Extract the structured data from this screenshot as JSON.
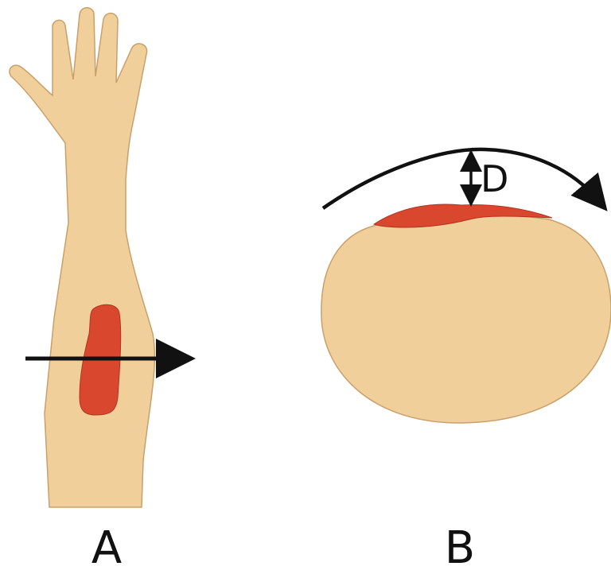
{
  "panels": [
    {
      "id": "A",
      "label": "A"
    },
    {
      "id": "B",
      "label": "B"
    }
  ],
  "annotations": {
    "depth_label": "D"
  },
  "colors": {
    "skin": "#f1cf9a",
    "skin_outline": "#c9a06c",
    "lesion": "#d9472e",
    "lesion_outline": "#b3341f",
    "arrow": "#111111"
  }
}
